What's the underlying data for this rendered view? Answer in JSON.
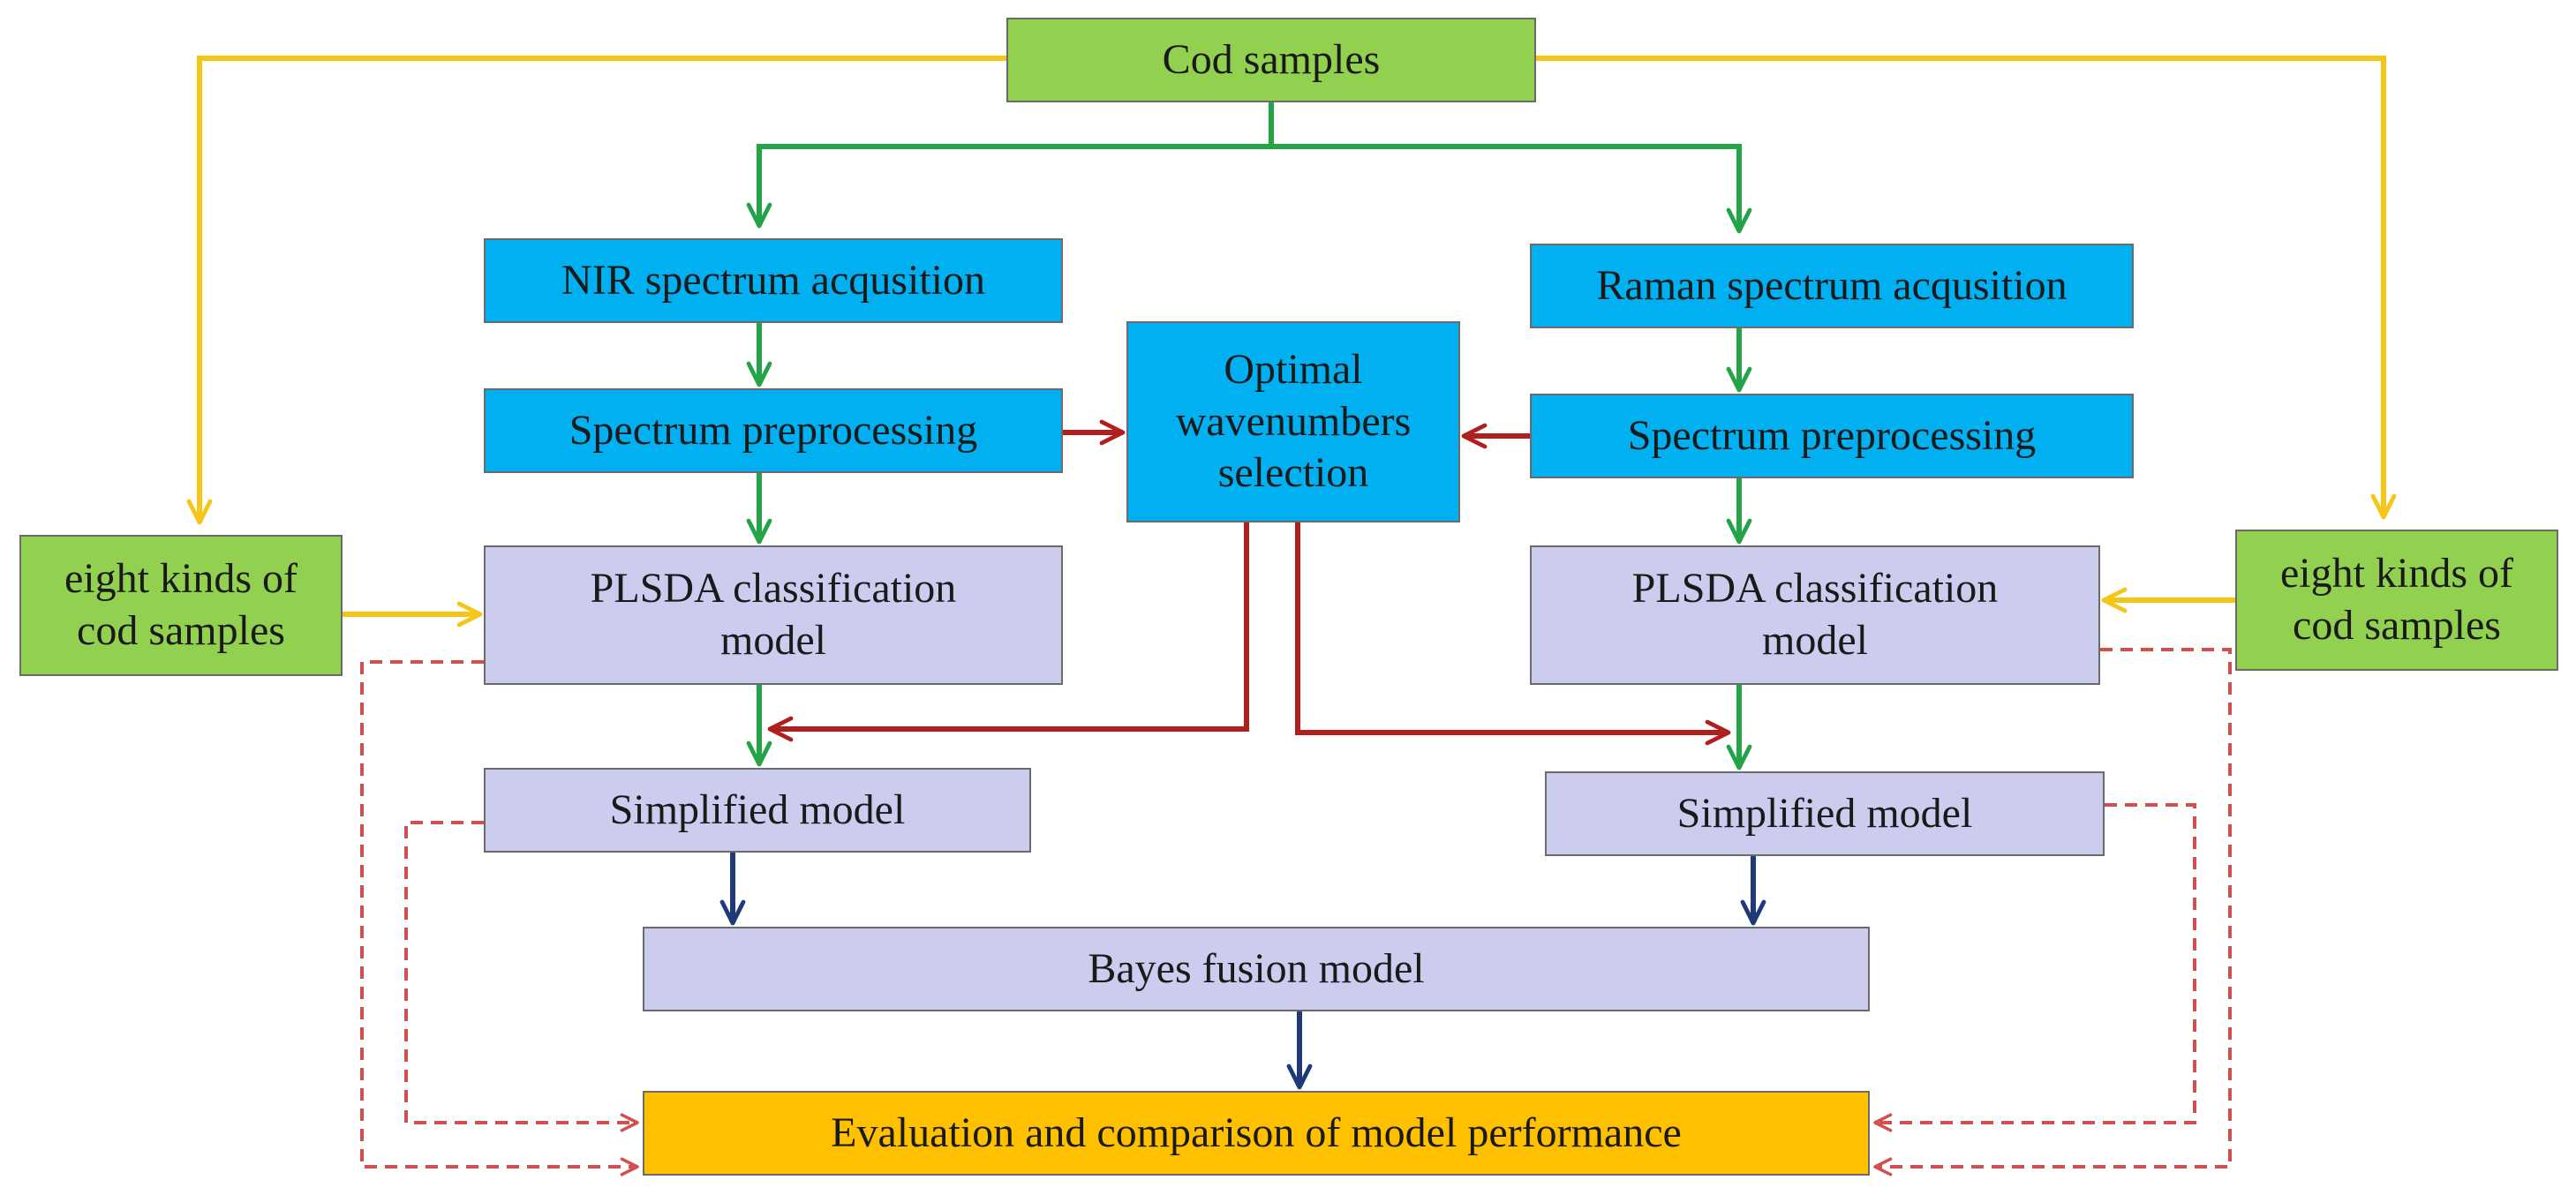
{
  "colors": {
    "green_box": "#92d050",
    "blue_box": "#00b0f0",
    "lavender_box": "#ccccee",
    "orange_box": "#ffc000",
    "green_arrow": "#22a447",
    "yellow_arrow": "#f5c518",
    "red_arrow": "#b01e1e",
    "navy_arrow": "#1f3a78",
    "dashed_arrow": "#d05050"
  },
  "nodes": {
    "cod_samples": "Cod samples",
    "nir_acquisition": "NIR spectrum acqusition",
    "raman_acquisition": "Raman spectrum acqusition",
    "nir_preprocessing": "Spectrum preprocessing",
    "raman_preprocessing": "Spectrum preprocessing",
    "optimal_selection": "Optimal\nwavenumbers\nselection",
    "left_kinds": "eight kinds of\ncod samples",
    "right_kinds": "eight kinds of\ncod samples",
    "nir_plsda": "PLSDA classification\nmodel",
    "raman_plsda": "PLSDA classification\nmodel",
    "nir_simplified": "Simplified model",
    "raman_simplified": "Simplified model",
    "bayes_fusion": "Bayes fusion model",
    "evaluation": "Evaluation and comparison of model performance"
  }
}
